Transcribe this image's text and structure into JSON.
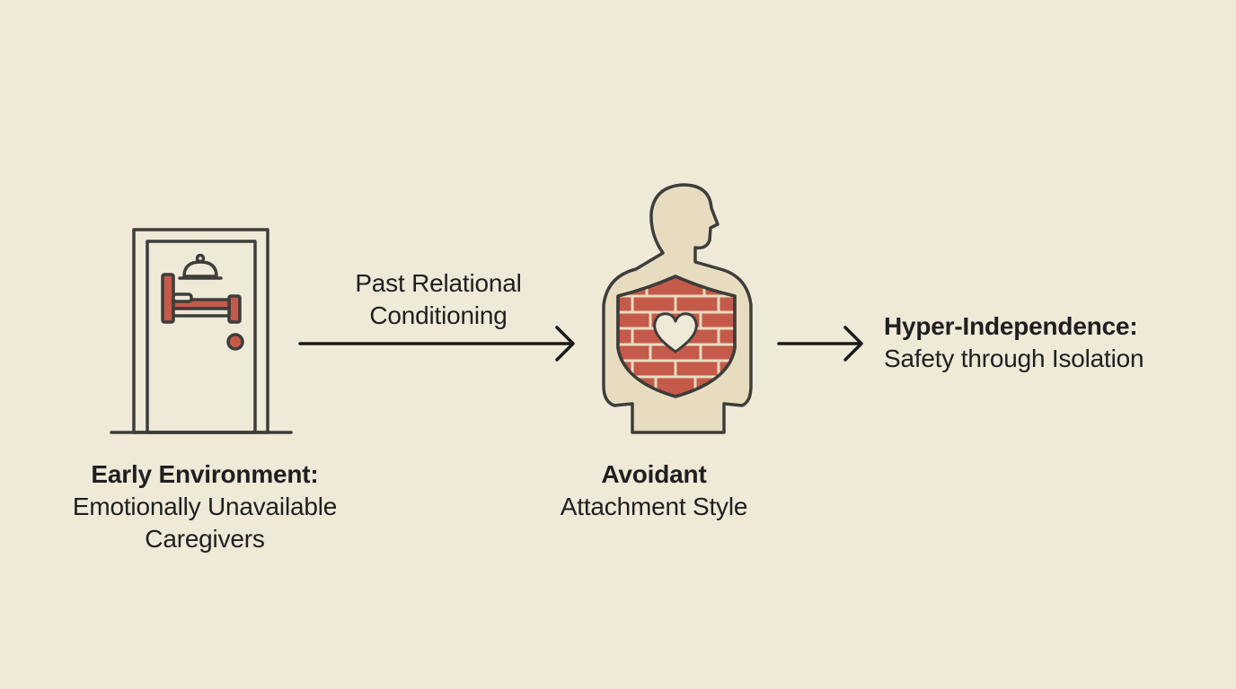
{
  "nodes": {
    "early": {
      "title": "Early Environment:",
      "line1": "Emotionally Unavailable",
      "line2": "Caregivers",
      "icon": "door-bedroom-icon"
    },
    "avoidant": {
      "title": "Avoidant",
      "line1": "Attachment Style",
      "icon": "person-brick-shield-heart-icon"
    },
    "hyper": {
      "title": "Hyper-Independence:",
      "line1": "Safety through Isolation"
    }
  },
  "edges": {
    "arrow1": {
      "line1": "Past Relational",
      "line2": "Conditioning"
    },
    "arrow2": {}
  },
  "colors": {
    "background": "#efe9d8",
    "stroke": "#3d3d3a",
    "brick": "#c65a4a",
    "figure": "#e8dcc0"
  }
}
